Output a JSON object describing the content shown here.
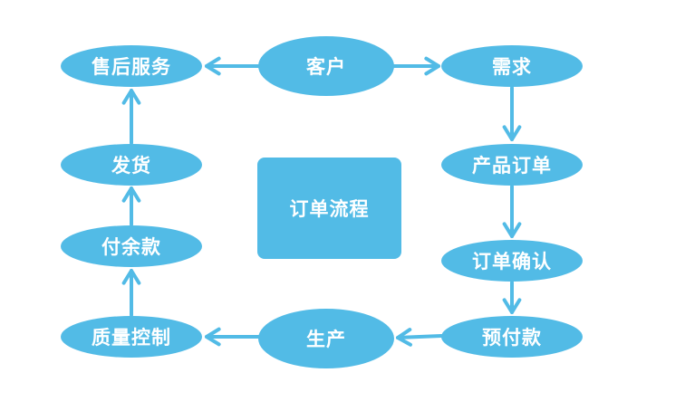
{
  "colors": {
    "node": "#52bbe6",
    "arrow": "#52bbe6"
  },
  "center_title": "订单流程",
  "nodes": {
    "customer": "客户",
    "demand": "需求",
    "product_order": "产品订单",
    "order_confirm": "订单确认",
    "prepayment": "预付款",
    "production": "生产",
    "quality_control": "质量控制",
    "balance_payment": "付余款",
    "shipping": "发货",
    "after_sales": "售后服务"
  }
}
